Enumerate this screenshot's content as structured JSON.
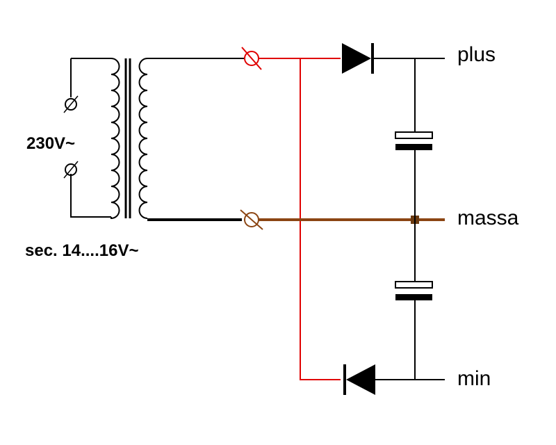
{
  "labels": {
    "mains_voltage": "230V~",
    "secondary_voltage": "sec. 14....16V~",
    "plus": "plus",
    "ground": "massa",
    "minus": "min"
  },
  "colors": {
    "background": "#ffffff",
    "wire_black": "#000000",
    "wire_red": "#e00000",
    "wire_brown": "#8b4513",
    "junction": "#6b3a10"
  },
  "components": [
    "transformer",
    "terminal",
    "terminal",
    "diode",
    "diode",
    "capacitor",
    "capacitor"
  ]
}
